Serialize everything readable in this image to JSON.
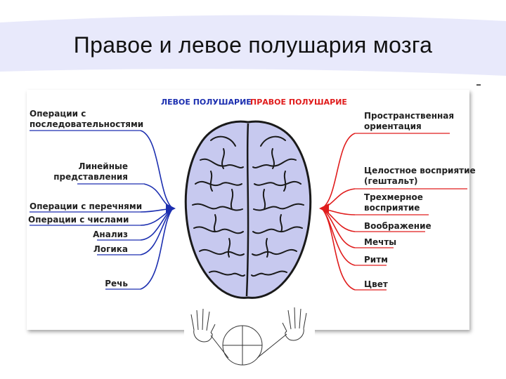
{
  "title": "Правое и левое полушария мозга",
  "headers": {
    "left": "ЛЕВОЕ ПОЛУШАРИЕ",
    "right": "ПРАВОЕ ПОЛУШАРИЕ"
  },
  "left_labels": [
    [
      "Операции с",
      "последовательностями"
    ],
    [
      "Линейные",
      "представления"
    ],
    [
      "Операции с перечнями"
    ],
    [
      "Операции с числами"
    ],
    [
      "Анализ"
    ],
    [
      "Логика"
    ],
    [
      "Речь"
    ]
  ],
  "right_labels": [
    [
      "Пространственная",
      "ориентация"
    ],
    [
      "Целостное восприятие",
      "(гештальт)"
    ],
    [
      "Трехмерное",
      "восприятие"
    ],
    [
      "Воображение"
    ],
    [
      "Мечты"
    ],
    [
      "Ритм"
    ],
    [
      "Цвет"
    ]
  ],
  "colors": {
    "left": "#1c2fb0",
    "right": "#e01c1c",
    "brain": "#c7c9ef",
    "banner": "#e8e9fb"
  }
}
